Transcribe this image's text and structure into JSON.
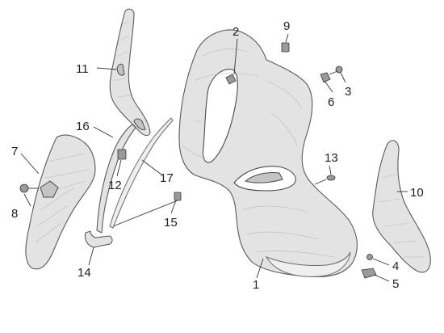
{
  "diagram": {
    "callouts": [
      {
        "id": "c1",
        "label": "1"
      },
      {
        "id": "c2",
        "label": "2"
      },
      {
        "id": "c3",
        "label": "3"
      },
      {
        "id": "c4",
        "label": "4"
      },
      {
        "id": "c5",
        "label": "5"
      },
      {
        "id": "c6",
        "label": "6"
      },
      {
        "id": "c7",
        "label": "7"
      },
      {
        "id": "c8",
        "label": "8"
      },
      {
        "id": "c9",
        "label": "9"
      },
      {
        "id": "c10",
        "label": "10"
      },
      {
        "id": "c11",
        "label": "11"
      },
      {
        "id": "c12",
        "label": "12"
      },
      {
        "id": "c13",
        "label": "13"
      },
      {
        "id": "c14",
        "label": "14"
      },
      {
        "id": "c15",
        "label": "15"
      },
      {
        "id": "c16",
        "label": "16"
      },
      {
        "id": "c17",
        "label": "17"
      }
    ],
    "colors": {
      "part_fill": "#e3e3e3",
      "outline": "#5a5a5a",
      "text": "#222222"
    }
  }
}
